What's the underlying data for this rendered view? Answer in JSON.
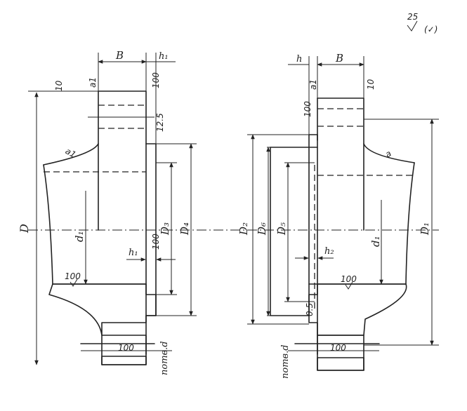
{
  "roughness": {
    "value": "25",
    "mark": "(✓)"
  },
  "left": {
    "labels": {
      "B": "B",
      "h1_top": "h₁",
      "D": "D",
      "d1": "d₁",
      "D3": "D₃",
      "D4": "D₄",
      "h1_mid": "h₁",
      "thread": "потв.d"
    },
    "finish": {
      "f1": "10",
      "f2": "a1",
      "f3": "100",
      "f4": "12.5",
      "f5": "a1",
      "f6": "100",
      "f7": "100",
      "f8": "100"
    }
  },
  "right": {
    "labels": {
      "h": "h",
      "B": "B",
      "D1": "D₁",
      "d1": "d₁",
      "D2": "D₂",
      "D6": "D₆",
      "D5": "D₅",
      "h2": "h₂",
      "thread": "потв.d"
    },
    "finish": {
      "f1": "a1",
      "f2": "10",
      "f3": "100",
      "f4": "a",
      "f5": "100",
      "f6": "0.5",
      "f7": "100"
    }
  }
}
